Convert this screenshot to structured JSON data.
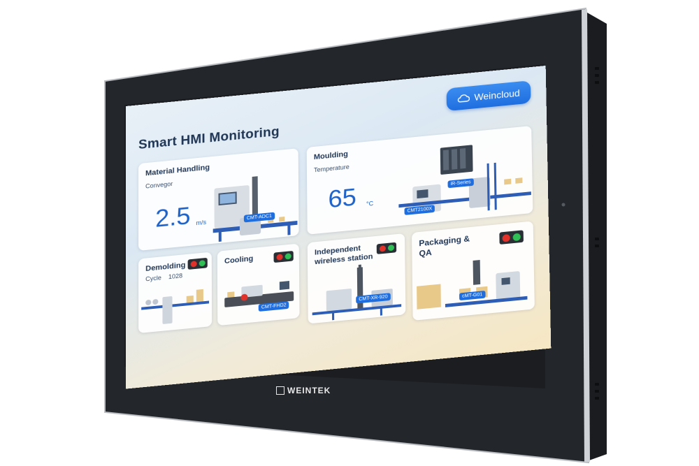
{
  "screen": {
    "title": "Smart HMI Monitoring",
    "cloud_button": {
      "label": "Weincloud",
      "icon": "cloud-icon"
    }
  },
  "cards": {
    "material_handling": {
      "title": "Material Handling",
      "subtitle": "Convegor",
      "value": "2.5",
      "unit": "m/s",
      "device_tag": "CMT-ADC1"
    },
    "moulding": {
      "title": "Moulding",
      "subtitle": "Temperature",
      "value": "65",
      "unit": "°C",
      "device_tags": [
        "iR-Series",
        "CMT2100X"
      ]
    },
    "demolding": {
      "title": "Demolding",
      "cycle_label": "Cycle",
      "cycle_value": "1028"
    },
    "cooling": {
      "title": "Cooling",
      "device_tag": "CMT-FHD2"
    },
    "wireless": {
      "title": "Independent wireless station",
      "device_tag": "CMT-XR-920"
    },
    "packaging": {
      "title": "Packaging & QA",
      "device_tag": "cMT-G01"
    }
  },
  "bezel": {
    "brand": "WEINTEK"
  },
  "colors": {
    "accent": "#1f6ee0",
    "value_blue": "#1d63c9",
    "status_red": "#e0322a",
    "status_green": "#2fbf54",
    "bezel": "#23262b"
  }
}
